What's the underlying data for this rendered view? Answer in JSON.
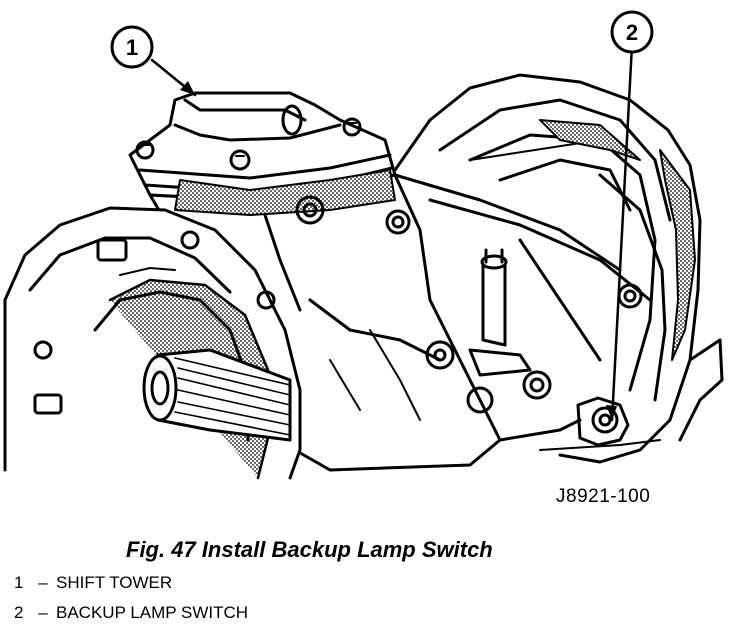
{
  "figure": {
    "id": "J8921-100",
    "caption": "Fig. 47 Install Backup Lamp Switch"
  },
  "callouts": [
    {
      "number": "1",
      "label": "SHIFT TOWER"
    },
    {
      "number": "2",
      "label": "BACKUP LAMP SWITCH"
    }
  ],
  "legend_separator": "–",
  "colors": {
    "ink": "#000000",
    "paper": "#ffffff",
    "shade": "#9a9a9a"
  }
}
